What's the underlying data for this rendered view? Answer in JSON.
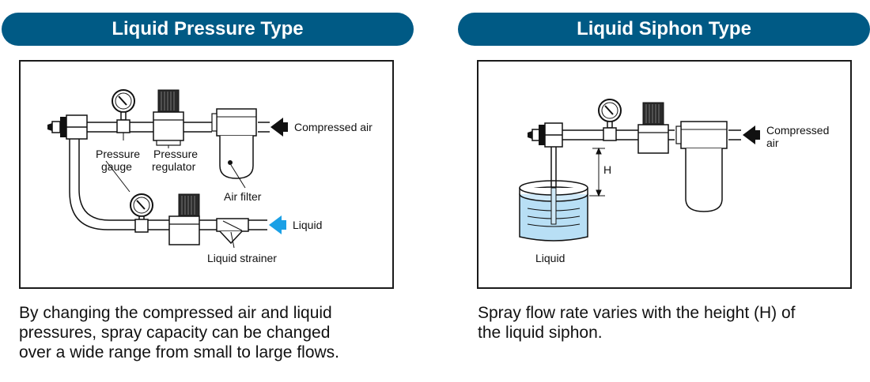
{
  "left_panel": {
    "title": "Liquid Pressure Type",
    "labels": {
      "compressed_air": "Compressed air",
      "pressure_gauge_1": "Pressure",
      "pressure_gauge_2": "gauge",
      "pressure_regulator_1": "Pressure",
      "pressure_regulator_2": "regulator",
      "air_filter": "Air filter",
      "liquid": "Liquid",
      "liquid_strainer": "Liquid strainer"
    },
    "caption_lines": [
      "By changing the compressed air and liquid",
      "pressures, spray capacity can be changed",
      "over a wide range from small to large flows."
    ]
  },
  "right_panel": {
    "title": "Liquid Siphon Type",
    "labels": {
      "compressed_air_1": "Compressed",
      "compressed_air_2": "air",
      "height": "H",
      "liquid": "Liquid"
    },
    "caption_lines": [
      "Spray flow rate varies with the height (H) of",
      "the liquid siphon."
    ]
  },
  "colors": {
    "header_bg": "#005a85",
    "liquid_arrow": "#1aa0e6",
    "liquid_fill": "#b8dff5"
  }
}
